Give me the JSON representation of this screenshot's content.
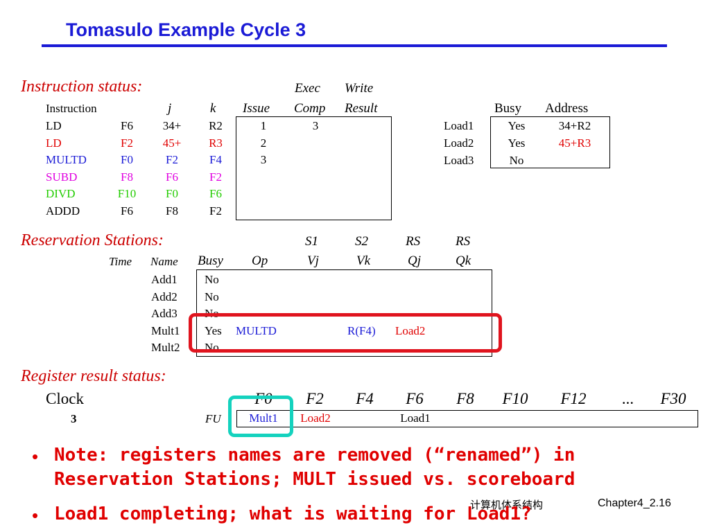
{
  "title": "Tomasulo Example Cycle 3",
  "colors": {
    "title": "#1a1ad6",
    "section": "#cc0000",
    "red": "#e00000",
    "blue": "#1a1ad6",
    "magenta": "#e000e0",
    "green": "#22cc00",
    "highlight_red": "#e0141e",
    "highlight_cyan": "#14d2be"
  },
  "instruction_status": {
    "label": "Instruction status:",
    "exec": "Exec",
    "write": "Write",
    "headers": [
      "Instruction",
      "j",
      "k",
      "Issue",
      "Comp",
      "Result"
    ],
    "rows": [
      {
        "op": "LD",
        "dst": "F6",
        "j": "34+",
        "k": "R2",
        "issue": "1",
        "comp": "3",
        "result": "",
        "color": "#000000"
      },
      {
        "op": "LD",
        "dst": "F2",
        "j": "45+",
        "k": "R3",
        "issue": "2",
        "comp": "",
        "result": "",
        "color": "#e00000"
      },
      {
        "op": "MULTD",
        "dst": "F0",
        "j": "F2",
        "k": "F4",
        "issue": "3",
        "comp": "",
        "result": "",
        "color": "#1a1ad6"
      },
      {
        "op": "SUBD",
        "dst": "F8",
        "j": "F6",
        "k": "F2",
        "issue": "",
        "comp": "",
        "result": "",
        "color": "#e000e0"
      },
      {
        "op": "DIVD",
        "dst": "F10",
        "j": "F0",
        "k": "F6",
        "issue": "",
        "comp": "",
        "result": "",
        "color": "#22cc00"
      },
      {
        "op": "ADDD",
        "dst": "F6",
        "j": "F8",
        "k": "F2",
        "issue": "",
        "comp": "",
        "result": "",
        "color": "#000000"
      }
    ]
  },
  "load_buffers": {
    "headers": [
      "Busy",
      "Address"
    ],
    "rows": [
      {
        "name": "Load1",
        "busy": "Yes",
        "address": "34+R2",
        "addr_color": "#000000"
      },
      {
        "name": "Load2",
        "busy": "Yes",
        "address": "45+R3",
        "addr_color": "#e00000"
      },
      {
        "name": "Load3",
        "busy": "No",
        "address": "",
        "addr_color": "#000000"
      }
    ]
  },
  "reservation_stations": {
    "label": "Reservation Stations:",
    "top_headers": [
      "S1",
      "S2",
      "RS",
      "RS"
    ],
    "headers": [
      "Time",
      "Name",
      "Busy",
      "Op",
      "Vj",
      "Vk",
      "Qj",
      "Qk"
    ],
    "rows": [
      {
        "time": "",
        "name": "Add1",
        "busy": "No",
        "op": "",
        "vj": "",
        "vk": "",
        "qj": "",
        "qk": ""
      },
      {
        "time": "",
        "name": "Add2",
        "busy": "No",
        "op": "",
        "vj": "",
        "vk": "",
        "qj": "",
        "qk": ""
      },
      {
        "time": "",
        "name": "Add3",
        "busy": "No",
        "op": "",
        "vj": "",
        "vk": "",
        "qj": "",
        "qk": ""
      },
      {
        "time": "",
        "name": "Mult1",
        "busy": "Yes",
        "op": "MULTD",
        "vj": "",
        "vk": "R(F4)",
        "qj": "Load2",
        "qk": ""
      },
      {
        "time": "",
        "name": "Mult2",
        "busy": "No",
        "op": "",
        "vj": "",
        "vk": "",
        "qj": "",
        "qk": ""
      }
    ]
  },
  "register_status": {
    "label": "Register result status:",
    "clock_label": "Clock",
    "clock_value": "3",
    "fu_label": "FU",
    "registers": [
      "F0",
      "F2",
      "F4",
      "F6",
      "F8",
      "F10",
      "F12",
      "...",
      "F30"
    ],
    "fu_values": [
      "Mult1",
      "Load2",
      "",
      "Load1",
      "",
      "",
      "",
      "",
      ""
    ],
    "fu_colors": [
      "#1a1ad6",
      "#e00000",
      "#000000",
      "#000000",
      "#000000",
      "#000000",
      "#000000",
      "#000000",
      "#000000"
    ]
  },
  "notes": [
    "Note: registers names are removed (“renamed”) in",
    "Reservation Stations; MULT issued vs. scoreboard",
    "Load1 completing; what is waiting for Load1?"
  ],
  "footer": {
    "chinese": "计算机体系结构",
    "chapter": "Chapter4_2.16"
  }
}
